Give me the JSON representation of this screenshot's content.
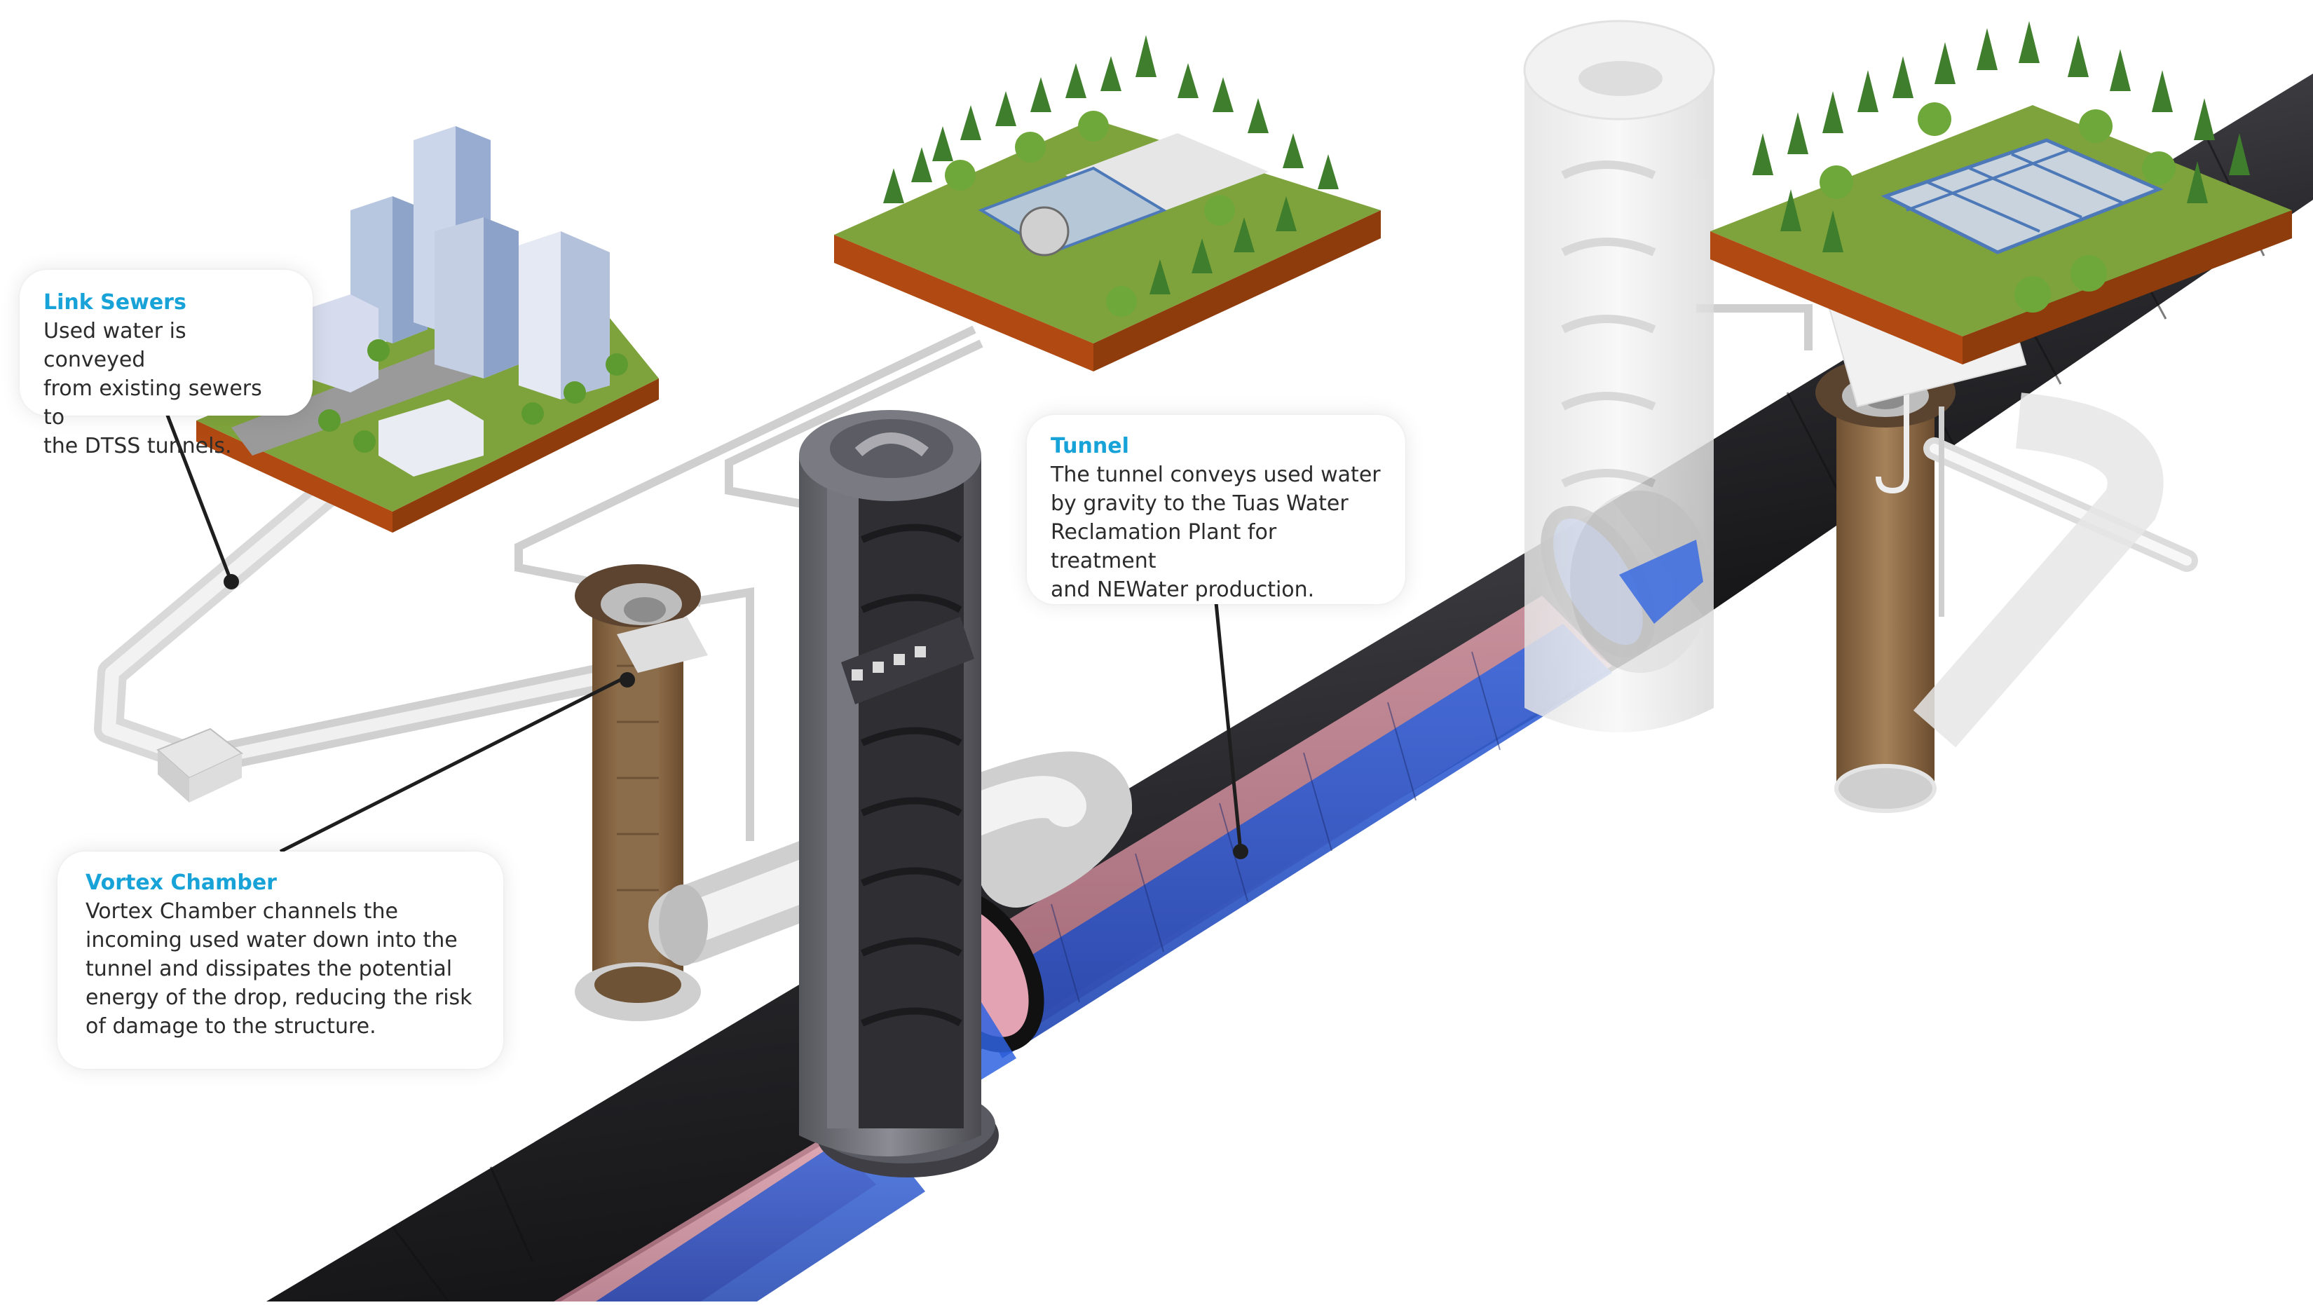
{
  "callouts": {
    "link_sewers": {
      "title": "Link Sewers",
      "body": "Used water is conveyed\nfrom existing sewers to\nthe DTSS tunnels."
    },
    "tunnel": {
      "title": "Tunnel",
      "body": "The tunnel conveys used water\nby gravity to the Tuas Water\nReclamation Plant for treatment\nand NEWater production."
    },
    "vortex_chamber": {
      "title": "Vortex Chamber",
      "body": "Vortex Chamber channels the\nincoming used water down into the\ntunnel and dissipates the potential\nenergy of the drop, reducing the risk\nof damage to the structure."
    }
  },
  "colors": {
    "title_accent": "#17a2d8",
    "tunnel_water": "#2f5fd6",
    "tunnel_shell": "#2a2a2e",
    "grass": "#7fa33c",
    "soil": "#b04a12"
  }
}
